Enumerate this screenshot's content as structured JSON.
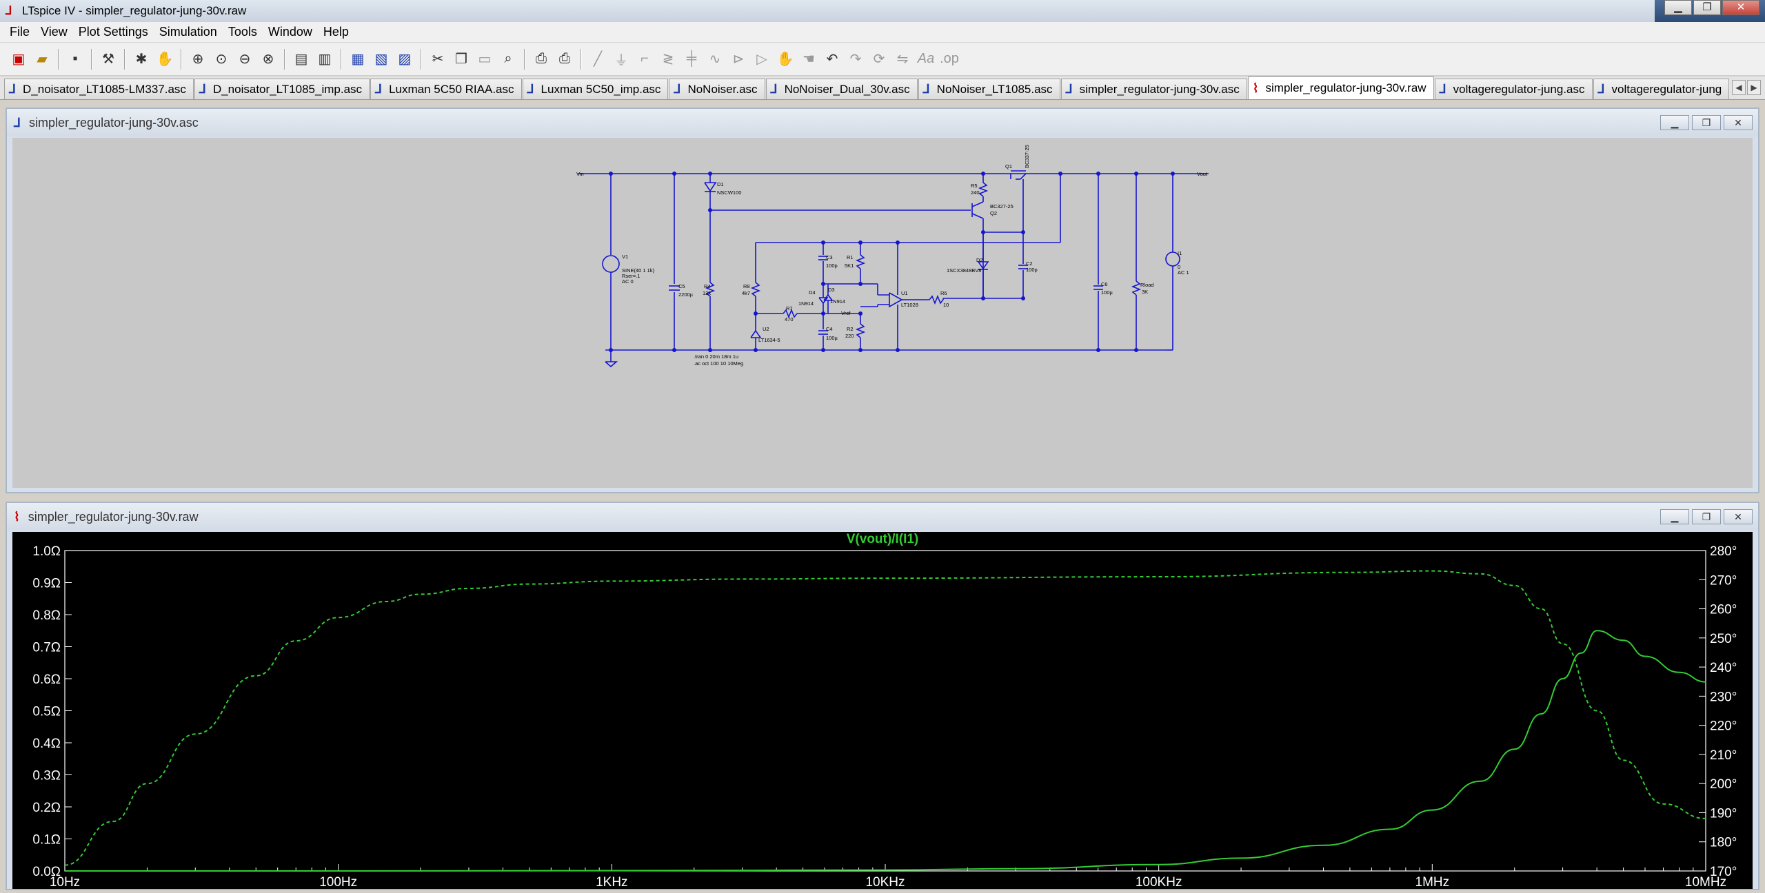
{
  "window": {
    "title": "LTspice IV - simpler_regulator-jung-30v.raw",
    "minimize": "▁",
    "maximize": "❐",
    "close": "✕"
  },
  "menu": [
    "File",
    "View",
    "Plot Settings",
    "Simulation",
    "Tools",
    "Window",
    "Help"
  ],
  "toolbar_icons": [
    "new-schematic-icon",
    "open-icon",
    "save-icon",
    "hammer-icon",
    "run-icon",
    "pan-hand-icon",
    "zoom-in-icon",
    "zoom-full-icon",
    "zoom-out-icon",
    "zoom-cancel-icon",
    "autoscale-icon",
    "split-plot-icon",
    "tile-horizontal-icon",
    "cascade-icon",
    "tile-vertical-icon",
    "cut-icon",
    "copy-icon",
    "paste-icon",
    "find-icon",
    "print-setup-icon",
    "print-icon",
    "wire-icon",
    "ground-icon",
    "label-icon",
    "resistor-icon",
    "capacitor-icon",
    "inductor-icon",
    "diode-icon",
    "component-icon",
    "move-icon",
    "drag-icon",
    "undo-icon",
    "redo-icon",
    "rotate-icon",
    "mirror-icon",
    "text-icon",
    "spice-directive-icon"
  ],
  "tabs": [
    "D_noisator_LT1085-LM337.asc",
    "D_noisator_LT1085_imp.asc",
    "Luxman 5C50 RIAA.asc",
    "Luxman 5C50_imp.asc",
    "NoNoiser.asc",
    "NoNoiser_Dual_30v.asc",
    "NoNoiser_LT1085.asc",
    "simpler_regulator-jung-30v.asc",
    "simpler_regulator-jung-30v.raw",
    "voltageregulator-jung.asc",
    "voltageregulator-jung"
  ],
  "active_tab": 8,
  "schematic_window": {
    "title": "simpler_regulator-jung-30v.asc",
    "labels": {
      "vin": "Vin",
      "vout": "Vout",
      "q1": "Q1",
      "q1_part": "BC337-25",
      "d1": "D1",
      "d1_part": "NSCW100",
      "r5": "R5",
      "r5_val": "240",
      "q2_part": "BC327-25",
      "q2": "Q2",
      "d2": "D2",
      "d2_part": "1SCX3848BV8",
      "c2": "C2",
      "c2_val": "100p",
      "c3": "C3",
      "c3_val": "100p",
      "r1": "R1",
      "r1_val": "5K1",
      "r8": "R8",
      "r8_val": "4k7",
      "r4": "R4",
      "r4_val": "12k",
      "c5": "C5",
      "c5_val": "2200µ",
      "v1": "V1",
      "v1_spec": "SINE(40 1 1k)",
      "v1_rser": "Rser=.1",
      "v1_ac": "AC 0",
      "d4": "D4",
      "d3": "D3",
      "d4_part": "1N914",
      "d3_part": "1N914",
      "u1": "U1",
      "u1_part": "LT1028",
      "r6": "R6",
      "r6_val": "10",
      "r7": "R7",
      "r7_val": "470",
      "vref": "Vref",
      "c4": "C4",
      "c4_val": "100µ",
      "r2": "R2",
      "r2_val": "220",
      "u2": "U2",
      "u2_part": "LT1634-5",
      "c6": "C6",
      "c6_val": "100µ",
      "rload": "Rload",
      "rload_val": "3K",
      "i1": "I1",
      "i1_val": "0",
      "i1_ac": "AC 1",
      "directive1": ".tran 0 20m 18m 1u",
      "directive2": ".ac oct 100 10 10Meg"
    }
  },
  "plot_window": {
    "title": "simpler_regulator-jung-30v.raw",
    "trace_label": "V(vout)/I(I1)",
    "trace_color": "#33cc33"
  },
  "chart_data": {
    "type": "line",
    "title": "V(vout)/I(I1)",
    "x_scale": "log",
    "xlim": [
      10,
      10000000
    ],
    "x_ticks": [
      "10Hz",
      "100Hz",
      "1KHz",
      "10KHz",
      "100KHz",
      "1MHz",
      "10MHz"
    ],
    "ylim": [
      0.0,
      1.0
    ],
    "y_ticks": [
      "0.0Ω",
      "0.1Ω",
      "0.2Ω",
      "0.3Ω",
      "0.4Ω",
      "0.5Ω",
      "0.6Ω",
      "0.7Ω",
      "0.8Ω",
      "0.9Ω",
      "1.0Ω"
    ],
    "y2lim": [
      170,
      280
    ],
    "y2_ticks": [
      "170°",
      "180°",
      "190°",
      "200°",
      "210°",
      "220°",
      "230°",
      "240°",
      "250°",
      "260°",
      "270°",
      "280°"
    ],
    "series": [
      {
        "style": "solid",
        "x": [
          10,
          100,
          1000,
          10000,
          30000,
          100000,
          200000,
          400000,
          700000,
          1000000,
          1500000,
          2000000,
          2500000,
          3000000,
          3500000,
          4000000,
          5000000,
          6000000,
          8000000,
          10000000
        ],
        "y": [
          0.0,
          0.0,
          0.001,
          0.003,
          0.007,
          0.02,
          0.04,
          0.08,
          0.13,
          0.19,
          0.28,
          0.38,
          0.49,
          0.6,
          0.68,
          0.75,
          0.72,
          0.67,
          0.62,
          0.59
        ]
      },
      {
        "style": "dashed",
        "axis": "right",
        "x": [
          10,
          15,
          20,
          30,
          50,
          70,
          100,
          150,
          200,
          300,
          500,
          1000,
          3000,
          10000,
          100000,
          500000,
          1000000,
          1500000,
          2000000,
          2500000,
          3000000,
          4000000,
          5000000,
          7000000,
          10000000
        ],
        "y": [
          172,
          187,
          200,
          217,
          237,
          249,
          257,
          262.5,
          265,
          267,
          268.5,
          269.5,
          270.2,
          270.5,
          271,
          272.5,
          273,
          272,
          268,
          260,
          248,
          225,
          208,
          193,
          188
        ]
      }
    ]
  }
}
